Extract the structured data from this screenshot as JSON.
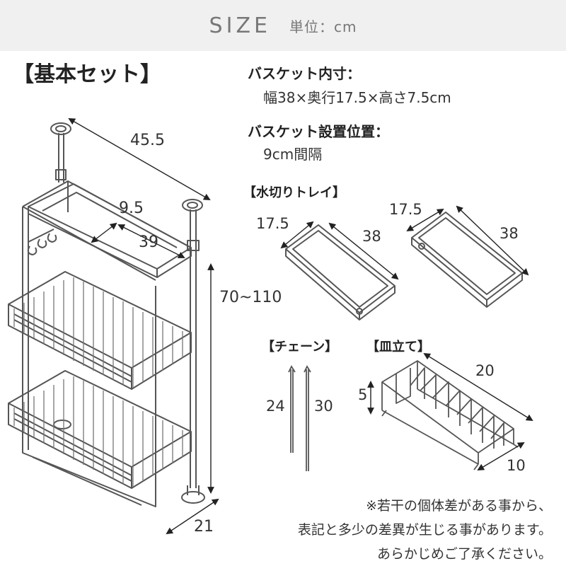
{
  "header": {
    "title": "SIZE",
    "unit": "単位：cm"
  },
  "basic_set": {
    "heading": "【基本セット】",
    "dims": {
      "width": "45.5",
      "shelf_depth": "9.5",
      "shelf_width": "39",
      "height": "70~110",
      "depth": "21"
    }
  },
  "specs": {
    "basket_inner_label": "バスケット内寸：",
    "basket_inner_value": "幅38×奥行17.5×高さ7.5cm",
    "basket_position_label": "バスケット設置位置：",
    "basket_position_value": "9cm間隔"
  },
  "drain_tray": {
    "heading": "【水切りトレイ】",
    "tray1": {
      "depth": "17.5",
      "length": "38"
    },
    "tray2": {
      "depth": "17.5",
      "length": "38"
    }
  },
  "chain": {
    "heading": "【チェーン】",
    "len1": "24",
    "len2": "30"
  },
  "dish_rack": {
    "heading": "【皿立て】",
    "length": "20",
    "height": "5",
    "width": "10"
  },
  "notes": [
    "※若干の個体差がある事から、",
    "表記と多少の差異が生じる事があります。",
    "あらかじめご了承ください。"
  ]
}
